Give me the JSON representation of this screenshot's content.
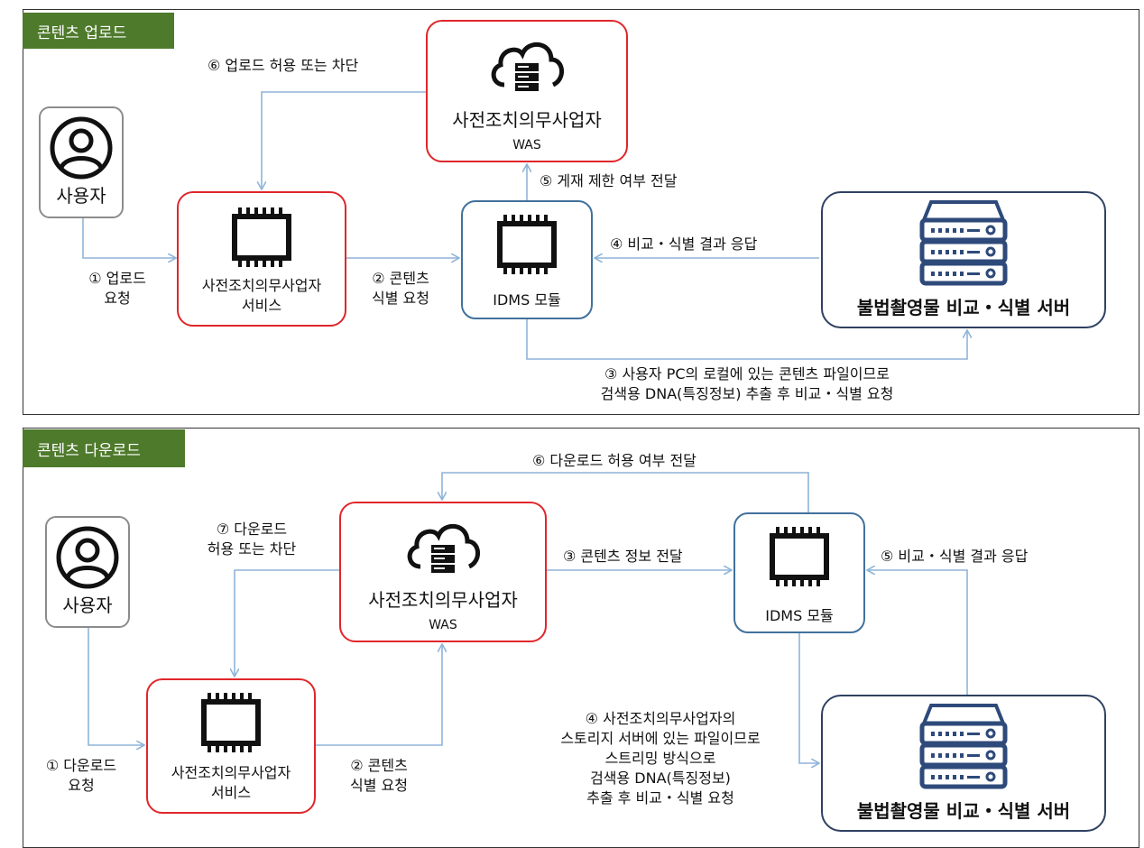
{
  "upload": {
    "title": "콘텐츠 업로드",
    "user_label": "사용자",
    "service_label": "사전조치의무사업자\n서비스",
    "was_name": "사전조치의무사업자",
    "was_sub": "WAS",
    "idms_label": "IDMS 모듈",
    "server_label": "불법촬영물 비교・식별 서버",
    "step1": "① 업로드\n요청",
    "step2": "② 콘텐츠\n식별 요청",
    "step3": "③ 사용자 PC의 로컬에 있는 콘텐츠 파일이므로\n검색용 DNA(특징정보) 추출 후 비교・식별 요청",
    "step4": "④ 비교・식별 결과 응답",
    "step5": "⑤ 게재 제한 여부 전달",
    "step6": "⑥ 업로드 허용 또는 차단"
  },
  "download": {
    "title": "콘텐츠 다운로드",
    "user_label": "사용자",
    "service_label": "사전조치의무사업자\n서비스",
    "was_name": "사전조치의무사업자",
    "was_sub": "WAS",
    "idms_label": "IDMS 모듈",
    "server_label": "불법촬영물 비교・식별 서버",
    "step1": "① 다운로드\n요청",
    "step2": "② 콘텐츠\n식별 요청",
    "step3": "③ 콘텐츠 정보 전달",
    "step4": "④ 사전조치의무사업자의\n스토리지 서버에 있는 파일이므로\n스트리밍 방식으로\n검색용 DNA(특징정보)\n추출 후 비교・식별 요청",
    "step5": "⑤ 비교・식별 결과 응답",
    "step6": "⑥ 다운로드 허용 여부 전달",
    "step7": "⑦ 다운로드\n허용 또는 차단"
  },
  "colors": {
    "tag_green": "#4e7a2c",
    "was_service_border": "#e0262b",
    "idms_border": "#41719c",
    "server_border": "#2f4161",
    "arrow": "#8fb4d8"
  }
}
